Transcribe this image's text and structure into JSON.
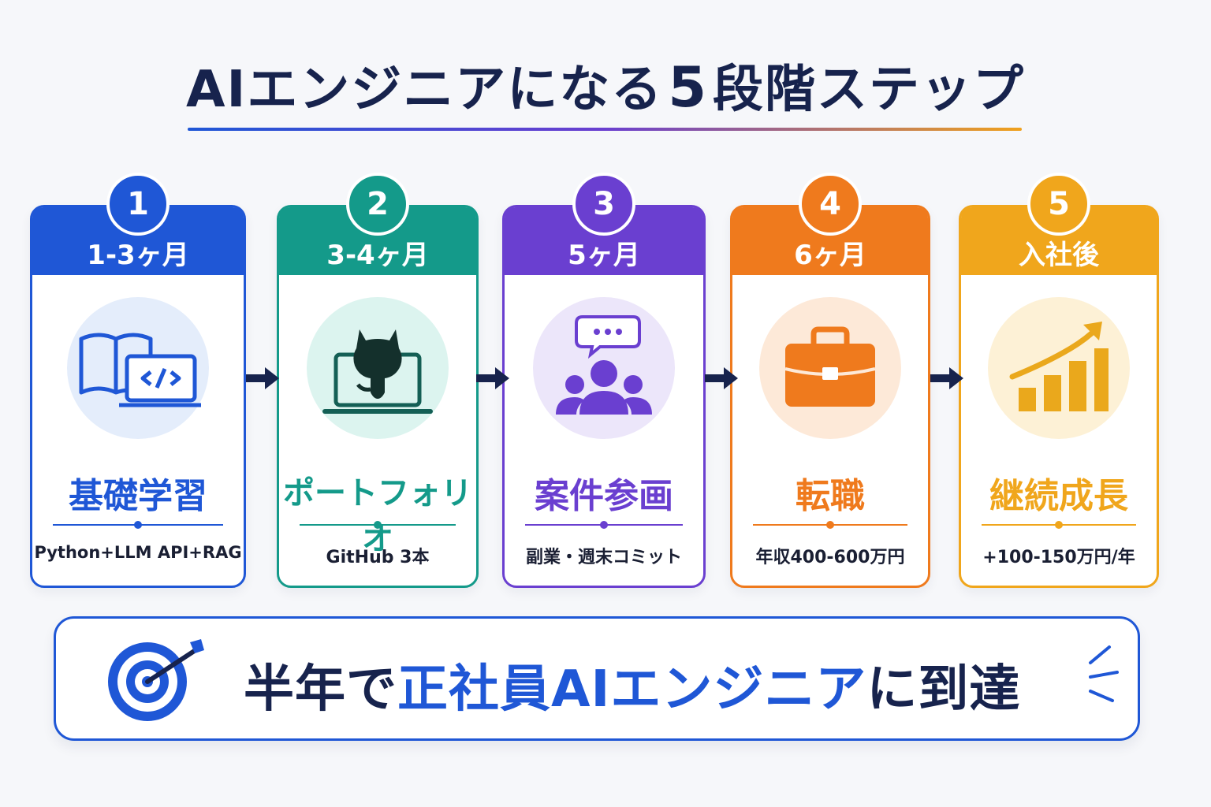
{
  "title": {
    "pre": "AIエンジニアになる",
    "num": "5",
    "post": "段階ステップ"
  },
  "steps": [
    {
      "num": "1",
      "period": "1-3ヶ月",
      "label": "基礎学習",
      "sub": "Python+LLM API+RAG",
      "color": "#1f57d6",
      "icon": "book-laptop-code-icon"
    },
    {
      "num": "2",
      "period": "3-4ヶ月",
      "label": "ポートフォリオ",
      "sub": "GitHub 3本",
      "color": "#149a8a",
      "icon": "github-laptop-icon"
    },
    {
      "num": "3",
      "period": "5ヶ月",
      "label": "案件参画",
      "sub": "副業・週末コミット",
      "color": "#6a3fd0",
      "icon": "team-chat-icon"
    },
    {
      "num": "4",
      "period": "6ヶ月",
      "label": "転職",
      "sub": "年収400-600万円",
      "color": "#ef7a1d",
      "icon": "briefcase-icon"
    },
    {
      "num": "5",
      "period": "入社後",
      "label": "継続成長",
      "sub": "+100-150万円/年",
      "color": "#f0a61c",
      "icon": "growth-chart-icon"
    }
  ],
  "bottom": {
    "pre": "半年で",
    "highlight": "正社員AIエンジニア",
    "post": "に到達"
  }
}
